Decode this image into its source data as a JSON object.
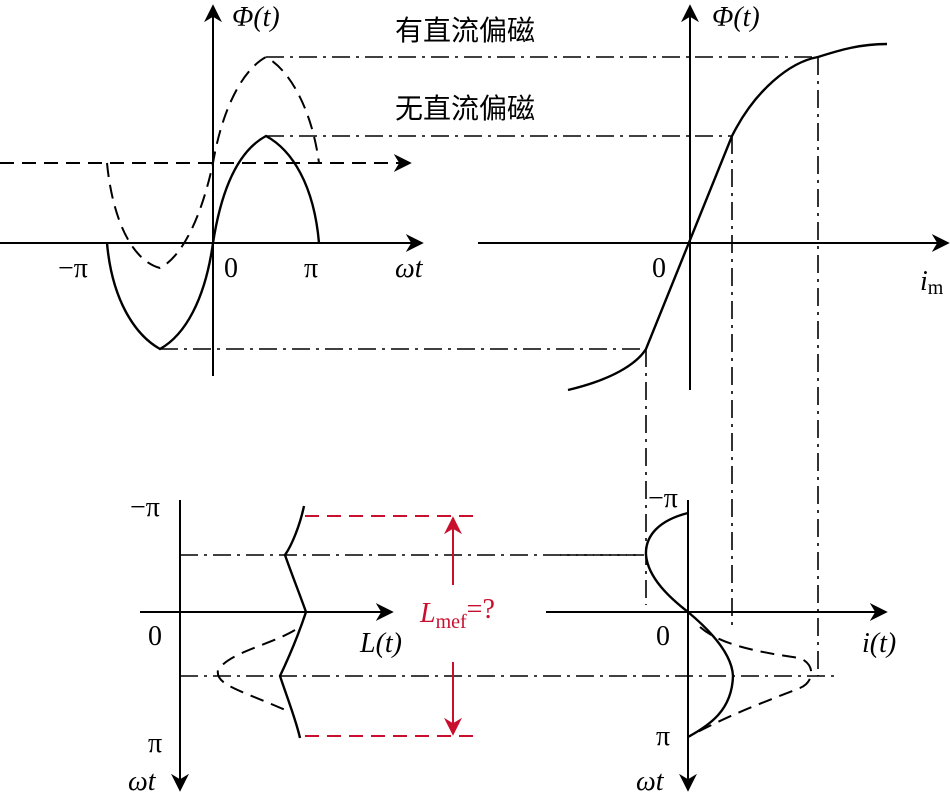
{
  "diagram": {
    "description": "Graphical derivation of magnetizing inductance with and without DC bias: flux waveform, magnetization curve, resulting current waveform and inductance waveform",
    "colors": {
      "line": "#000000",
      "highlight": "#c8102e",
      "background": "#ffffff"
    }
  },
  "panels": {
    "flux_waveform": {
      "y_axis_label": "Φ(t)",
      "x_axis_label": "ωt",
      "tick_neg_pi": "−π",
      "tick_zero": "0",
      "tick_pi": "π",
      "legend_with_dc_bias": "有直流偏磁",
      "legend_without_dc_bias": "无直流偏磁",
      "curves": [
        {
          "name": "without DC bias",
          "style": "solid"
        },
        {
          "name": "with DC bias",
          "style": "dashed"
        }
      ]
    },
    "magnetization_curve": {
      "y_axis_label": "Φ(t)",
      "x_axis_label_main": "i",
      "x_axis_label_sub": "m",
      "origin_label": "0"
    },
    "inductance_waveform": {
      "x_axis_label": "L(t)",
      "y_axis_label": "ωt",
      "tick_neg_pi": "−π",
      "tick_zero": "0",
      "tick_pi": "π",
      "annotation_main": "L",
      "annotation_sub": "mef",
      "annotation_suffix": "=?"
    },
    "current_waveform": {
      "x_axis_label": "i(t)",
      "y_axis_label": "ωt",
      "tick_neg_pi": "−π",
      "tick_zero": "0",
      "tick_pi": "π"
    }
  }
}
